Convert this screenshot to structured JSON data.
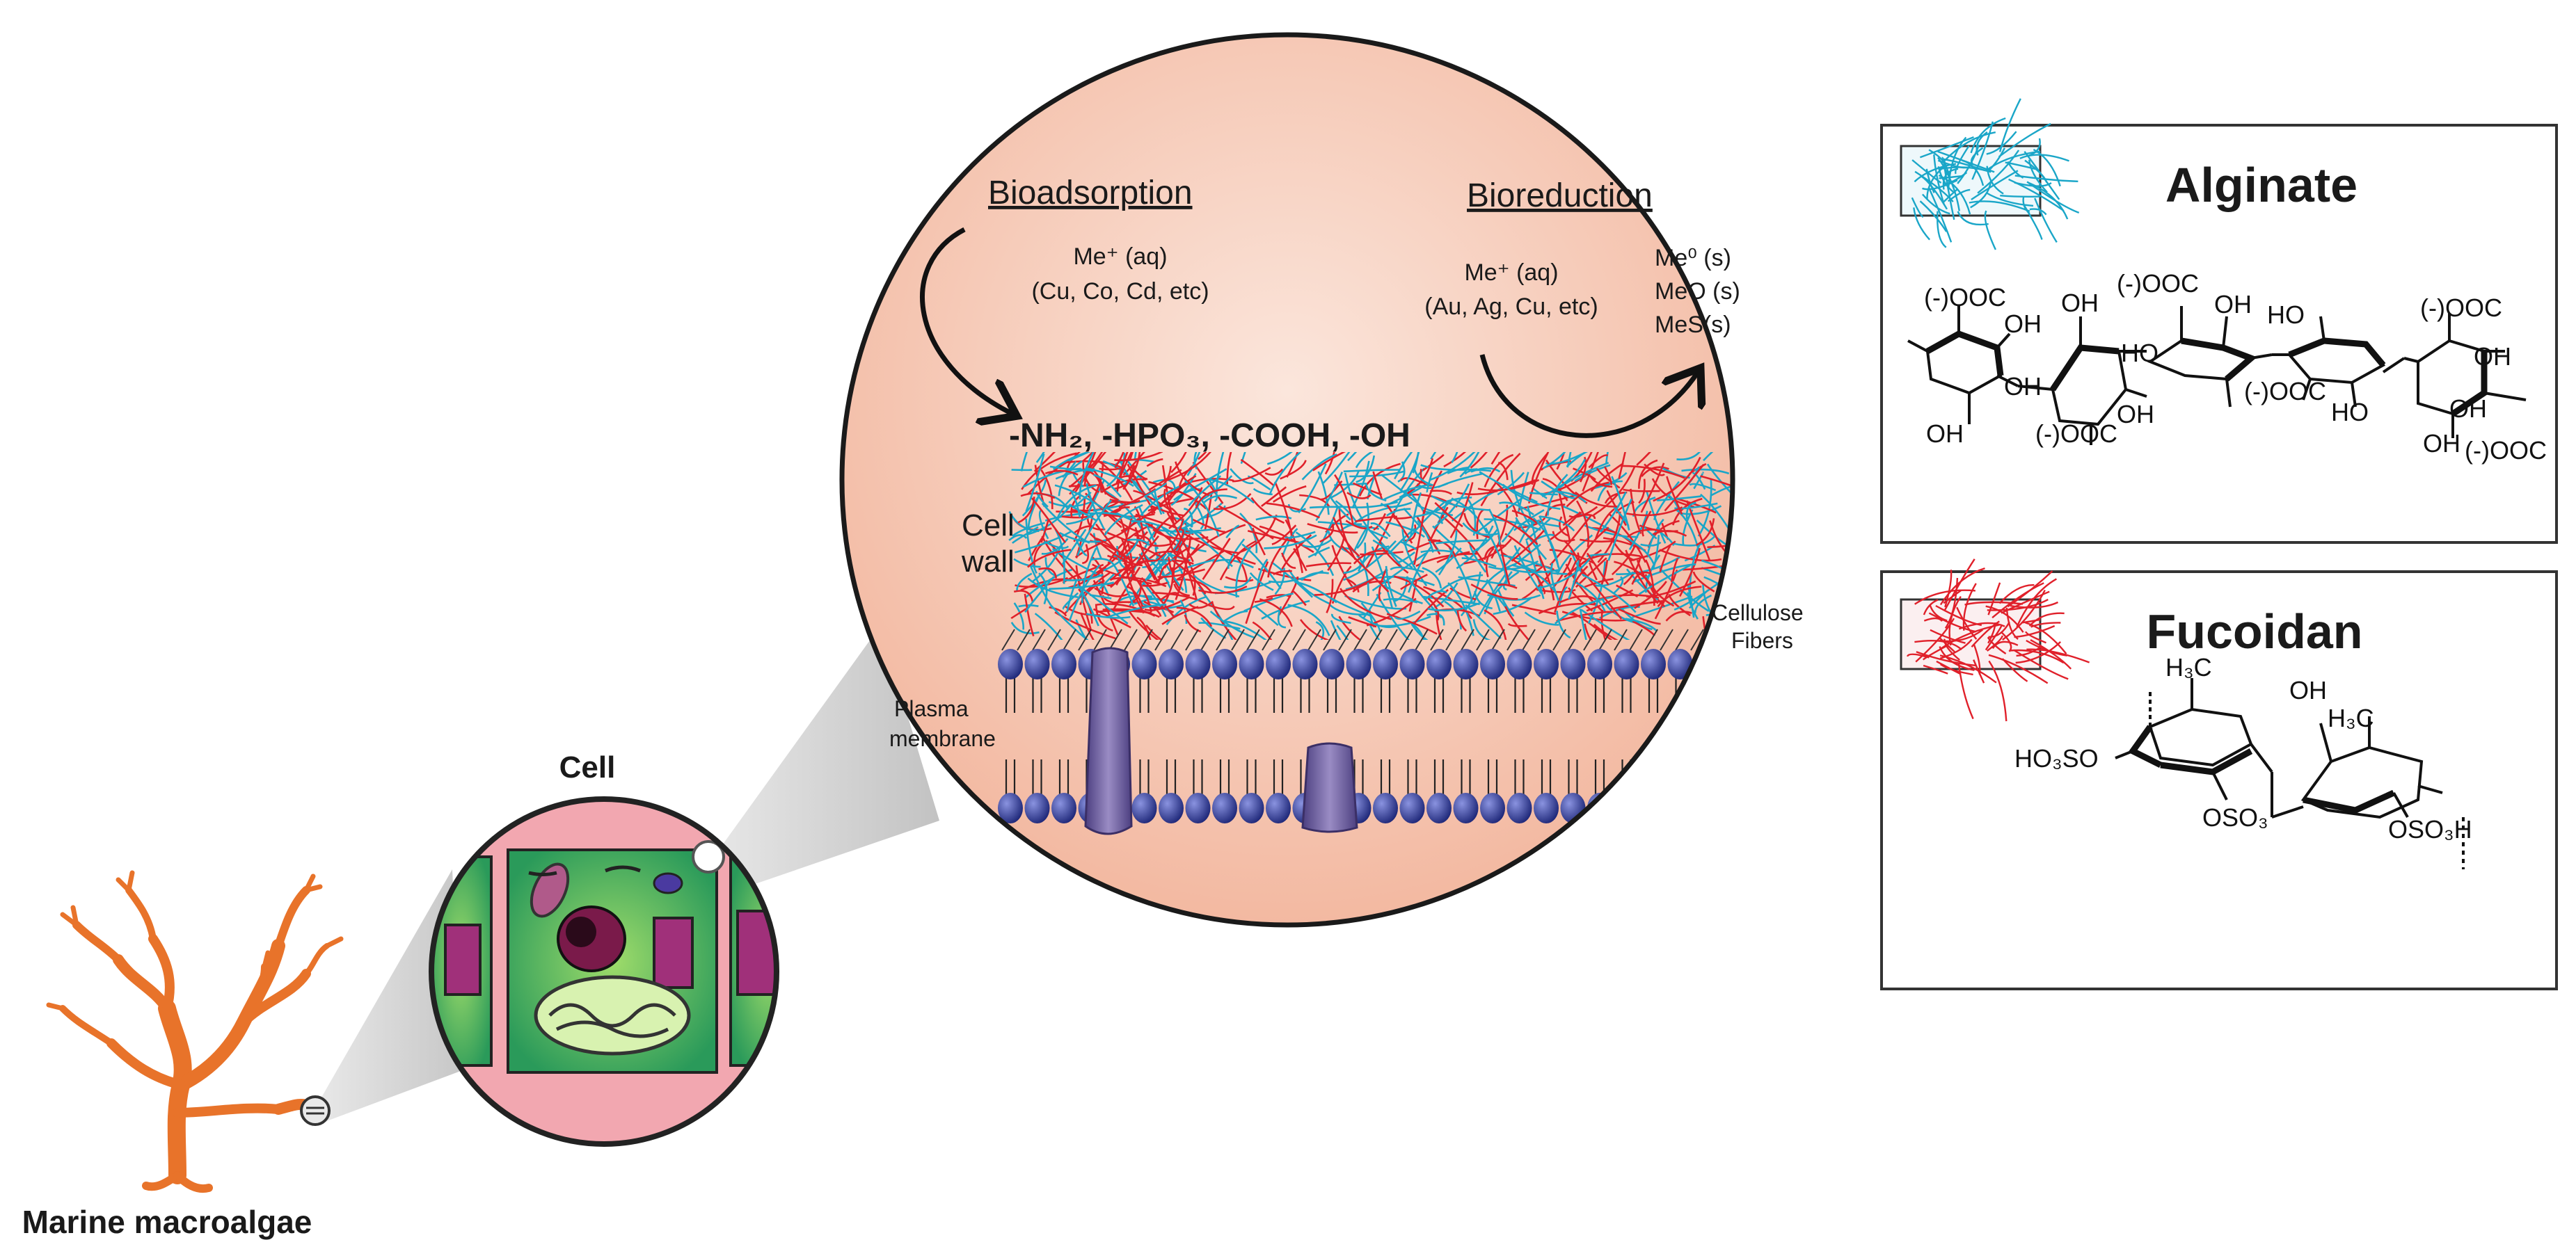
{
  "labels": {
    "macroalgae": "Marine macroalgae",
    "cell": "Cell",
    "bioadsorption": "Bioadsorption",
    "bioreduction": "Bioreduction",
    "ion_aq_left": "Me⁺ (aq)",
    "metals_left": "(Cu, Co, Cd, etc)",
    "ion_aq_right": "Me⁺ (aq)",
    "metals_right": "(Au, Ag, Cu, etc)",
    "product_metal": "Me⁰ (s)",
    "product_oxide": "MeO (s)",
    "product_sulfide": "MeS(s)",
    "functional_groups": "-NH₂, -HPO₃, -COOH, -OH",
    "cell_wall_1": "Cell",
    "cell_wall_2": "wall",
    "cellulose_1": "Cellulose",
    "cellulose_2": "Fibers",
    "plasma_1": "Plasma",
    "plasma_2": "membrane",
    "alginate": "Alginate",
    "fucoidan": "Fucoidan"
  },
  "alginate_structure": {
    "groups": [
      "(-)OOC",
      "OH",
      "OH",
      "(-)OOC",
      "OH",
      "(-)OOC",
      "OH",
      "HO",
      "OH",
      "HO",
      "(-)OOC",
      "OH",
      "(-)OOC",
      "OH",
      "HO",
      "OH",
      "OH",
      "(-)OOC"
    ]
  },
  "fucoidan_structure": {
    "groups": [
      "H₃C",
      "OH",
      "H₃C",
      "HO₃SO",
      "OSO₃",
      "OSO₃H"
    ]
  },
  "colors": {
    "alginate_fiber": "#1aa6c8",
    "fucoidan_fiber": "#e0202a",
    "algae": "#e8732a",
    "lipid_head": "#2f3a9a",
    "protein": "#6a5a9a",
    "zoom_fill": "#f6c7b3"
  }
}
